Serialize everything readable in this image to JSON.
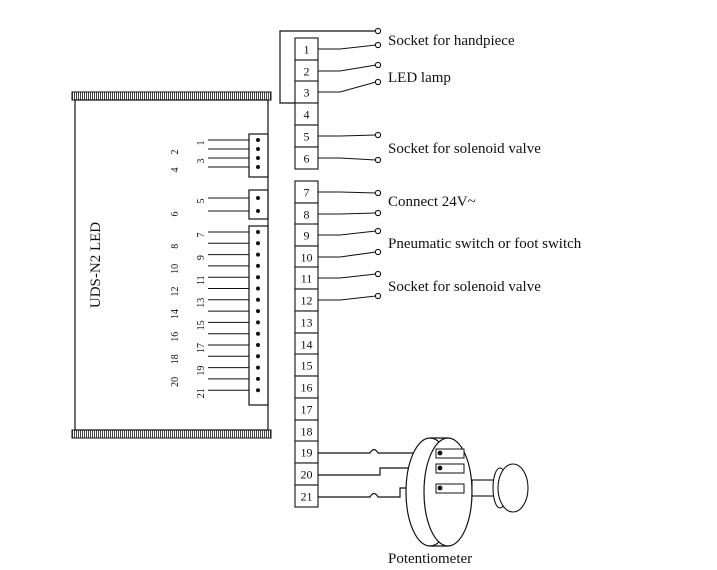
{
  "controller": {
    "label": "UDS-N2 LED",
    "connectors": [
      {
        "pins": [
          "1",
          "2",
          "3",
          "4"
        ]
      },
      {
        "pins": [
          "5",
          "6"
        ]
      },
      {
        "pins": [
          "7",
          "8",
          "9",
          "10",
          "11",
          "12",
          "13",
          "14",
          "15",
          "16",
          "17",
          "18",
          "19",
          "20",
          "21"
        ]
      }
    ]
  },
  "terminals": [
    "1",
    "2",
    "3",
    "4",
    "5",
    "6",
    "7",
    "8",
    "9",
    "10",
    "11",
    "12",
    "13",
    "14",
    "15",
    "16",
    "17",
    "18",
    "19",
    "20",
    "21"
  ],
  "labels": {
    "handpiece": "Socket for handpiece",
    "led_lamp": "LED lamp",
    "solenoid_1": "Socket for solenoid valve",
    "connect_24v": "Connect 24V~",
    "pneumatic": "Pneumatic switch or foot switch",
    "solenoid_2": "Socket for solenoid valve",
    "potentiometer": "Potentiometer"
  }
}
